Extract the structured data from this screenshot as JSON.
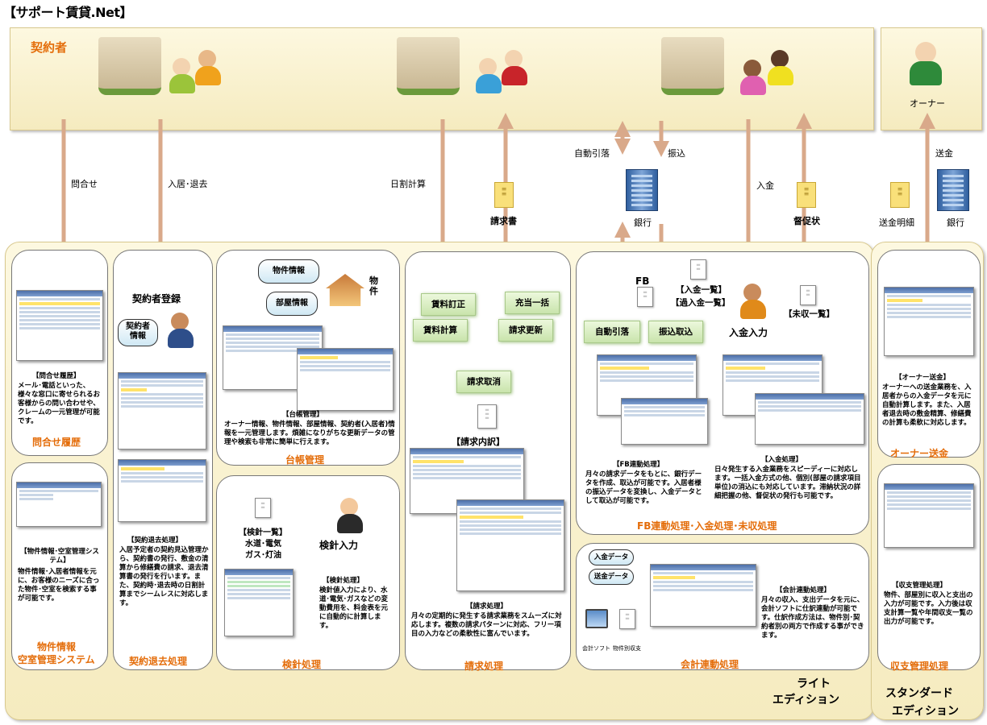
{
  "title": "【サポート賃貸.Net】",
  "top": {
    "contractor": "契約者",
    "owner": "オーナー"
  },
  "flows": {
    "inquiry": "問合せ",
    "move": "入居･退去",
    "daily": "日割計算",
    "invoice": "請求書",
    "autodebit": "自動引落",
    "transfer": "振込",
    "bank": "銀行",
    "payment": "入金",
    "dunning": "督促状",
    "remit": "送金",
    "remit_detail": "送金明細",
    "bank2": "銀行"
  },
  "p_inquiry": {
    "head": "【問合せ履歴】",
    "desc": "メール･電話といった、様々な窓口に寄せられるお客様からの問い合わせや、クレームの一元管理が可能です。",
    "name": "問合せ履歴"
  },
  "p_vacancy": {
    "head": "【物件情報･空室管理システム】",
    "desc": "物件情報･入居者情報を元に、お客様のニーズに合った物件･空室を検索する事が可能です。",
    "name1": "物件情報",
    "name2": "空室管理システム"
  },
  "p_contract": {
    "reg": "契約者登録",
    "info1": "契約者",
    "info2": "情報",
    "head": "【契約退去処理】",
    "desc": "入居予定者の契約見込管理から、契約書の発行、敷金の清算から修繕費の請求、退去清算書の発行を行います。また、契約時･退去時の日割計算までシームレスに対応します。",
    "name": "契約退去処理"
  },
  "p_ledger": {
    "prop": "物件情報",
    "room": "部屋情報",
    "bukken": "物件",
    "head": "【台帳管理】",
    "desc": "オーナー情報、物件情報、部屋情報、契約者(入居者)情報を一元管理します。煩雑になりがちな更新データの管理や検索も非常に簡単に行えます。",
    "name": "台帳管理"
  },
  "p_meter": {
    "list": "【検針一覧】",
    "list2": "水道･電気",
    "list3": "ガス･灯油",
    "input": "検針入力",
    "head": "【検針処理】",
    "desc": "検針値入力により、水道･電気･ガスなどの変動費用を、料金表を元に自動的に計算します。",
    "name": "検針処理"
  },
  "p_billing": {
    "b1": "賃料訂正",
    "b2": "充当一括",
    "b3": "賃料計算",
    "b4": "請求更新",
    "b5": "請求取消",
    "detail": "【請求内訳】",
    "head": "【請求処理】",
    "desc": "月々の定期的に発生する請求業務をスムーズに対応します。複数の請求パターンに対応、フリー項目の入力などの柔軟性に富んでいます。",
    "name": "請求処理"
  },
  "p_fb": {
    "fb": "FB",
    "list1": "【入金一覧】",
    "list2": "【過入金一覧】",
    "unpaid": "【未収一覧】",
    "auto": "自動引落",
    "tin": "振込取込",
    "input": "入金入力",
    "h1": "【FB連動処理】",
    "d1": "月々の請求データをもとに、銀行データを作成、取込が可能です。入居者様の振込データを変換し、入金データとして取込が可能です。",
    "h2": "【入金処理】",
    "d2": "日々発生する入金業務をスピーディーに対応します。一括入金方式の他、個別(部屋の請求項目単位)の消込にも対応しています。滞納状況の詳細把握の他、督促状の発行も可能です。",
    "name": "FB連動処理･入金処理･未収処理"
  },
  "p_acct": {
    "d1": "入金データ",
    "d2": "送金データ",
    "soft": "会計ソフト",
    "rep": "物件別収支",
    "head": "【会計連動処理】",
    "desc": "月々の収入、支出データを元に、会計ソフトに仕訳連動が可能です。仕訳作成方法は、物件別･契約者別の両方で作成する事ができます。",
    "name": "会計連動処理"
  },
  "p_owner": {
    "head": "【オーナー送金】",
    "desc": "オーナーへの送金業務を、入居者からの入金データを元に自動計算します。また、入居者退去時の敷金精算、修繕費の計算も柔軟に対応します。",
    "name": "オーナー送金"
  },
  "p_balance": {
    "head": "【収支管理処理】",
    "desc": "物件、部屋別に収入と支出の入力が可能です。入力後は収支計算一覧や年間収支一覧の出力が可能です。",
    "name": "収支管理処理"
  },
  "edition": {
    "lite1": "ライト",
    "lite2": "エディション",
    "std1": "スタンダード",
    "std2": "エディション"
  },
  "colors": {
    "arrow_brown": "#d9a98a",
    "arrow_blue": "#5a86c0",
    "accent": "#e46d0a"
  }
}
